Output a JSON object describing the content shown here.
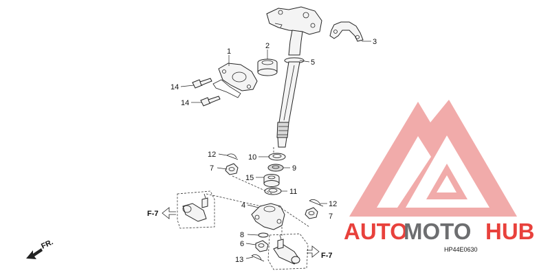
{
  "callouts": {
    "c1": "1",
    "c2": "2",
    "c3": "3",
    "c4": "4",
    "c5": "5",
    "c6": "6",
    "c7a": "7",
    "c7b": "7",
    "c8": "8",
    "c9": "9",
    "c10": "10",
    "c11": "11",
    "c12a": "12",
    "c12b": "12",
    "c13": "13",
    "c14a": "14",
    "c14b": "14",
    "c15": "15"
  },
  "refs": {
    "left": "F-7",
    "right": "F-7",
    "front": "FR."
  },
  "diagram_code": "HP44E0630",
  "watermark": {
    "part1": "AUTO",
    "part2": "MOTO",
    "part3": "HUB",
    "color_red": "#e8413c",
    "color_gray": "#6d6e70",
    "color_triangle": "#f0a3a1"
  }
}
